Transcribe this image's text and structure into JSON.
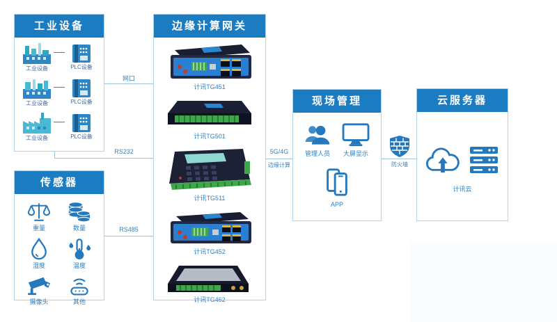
{
  "boxes": {
    "industrial": {
      "title": "工业设备",
      "rows": [
        {
          "factory": "工业设备",
          "plc": "PLC设备"
        },
        {
          "factory": "工业设备",
          "plc": "PLC设备"
        },
        {
          "factory": "工业设备",
          "plc": "PLC设备"
        }
      ]
    },
    "sensor": {
      "title": "传感器",
      "items": [
        {
          "label": "重量",
          "icon": "scale-icon"
        },
        {
          "label": "数量",
          "icon": "database-icon"
        },
        {
          "label": "湿度",
          "icon": "humidity-drop-icon"
        },
        {
          "label": "温度",
          "icon": "thermometer-icon"
        },
        {
          "label": "摄像头",
          "icon": "cctv-camera-icon"
        },
        {
          "label": "其他",
          "icon": "iot-device-icon"
        }
      ]
    },
    "gateway": {
      "title": "边缘计算网关",
      "devices": [
        {
          "label": "计讯TG451"
        },
        {
          "label": "计讯TG501"
        },
        {
          "label": "计讯TG511"
        },
        {
          "label": "计讯TG452"
        },
        {
          "label": "计讯TG462"
        }
      ]
    },
    "site": {
      "title": "现场管理",
      "items": [
        {
          "label": "管理人员",
          "icon": "people-icon"
        },
        {
          "label": "大屏显示",
          "icon": "monitor-icon"
        },
        {
          "label": "APP",
          "icon": "phones-icon"
        }
      ]
    },
    "cloud": {
      "title": "云服务器",
      "server_label": "计讯云"
    }
  },
  "connections": {
    "ethernet": "网口",
    "rs232": "RS232",
    "rs485": "RS485",
    "cellular": "5G/4G",
    "edge": "边缘计算",
    "firewall": "防火墙"
  },
  "colors": {
    "header_blue": "#1b7cc2",
    "icon_blue": "#2478bb",
    "line_blue": "#9cc4e0",
    "device_green": "#3fa74a",
    "device_blue": "#2b7fd0",
    "device_dark": "#1a1e32"
  }
}
